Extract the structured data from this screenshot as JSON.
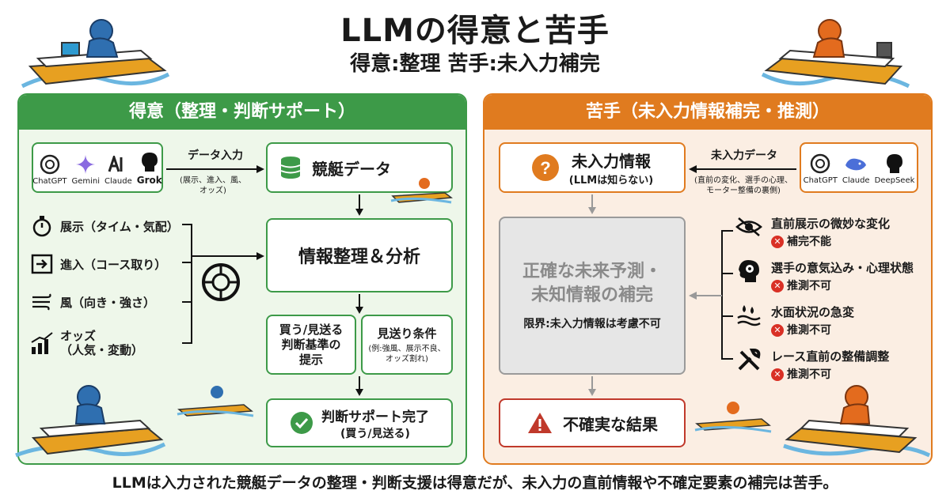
{
  "header": {
    "title": "LLMの得意と苦手",
    "subtitle": "得意:整理 苦手:未入力補完"
  },
  "left": {
    "heading": "得意（整理・判断サポート）",
    "brands": [
      "ChatGPT",
      "Gemini",
      "Claude",
      "Grok"
    ],
    "data_input_label": "データ入力",
    "data_input_note": "(展示、進入、風、\nオッズ)",
    "boat_data": "競艇データ",
    "factors": [
      {
        "icon": "stopwatch-icon",
        "label": "展示（タイム・気配）"
      },
      {
        "icon": "arrow-box-icon",
        "label": "進入（コース取り）"
      },
      {
        "icon": "wind-icon",
        "label": "風（向き・強さ）"
      },
      {
        "icon": "bar-chart-icon",
        "label": "オッズ\n（人気・変動）"
      }
    ],
    "analysis": "情報整理＆分析",
    "criteria": "買う/見送る\n判断基準の\n提示",
    "skip_title": "見送り条件",
    "skip_note": "(例:強風、展示不良、\nオッズ割れ)",
    "complete_title": "判断サポート完了",
    "complete_sub": "(買う/見送る)"
  },
  "right": {
    "heading": "苦手（未入力情報補完・推測）",
    "unknown_title": "未入力情報",
    "unknown_sub": "(LLMは知らない)",
    "missing_input_label": "未入力データ",
    "missing_input_note": "(直前の変化、選手の心理、\nモーター整備の裏側)",
    "brands": [
      "ChatGPT",
      "Claude",
      "DeepSeek"
    ],
    "prediction_title": "正確な未来予測・\n未知情報の補完",
    "prediction_limit": "限界:未入力情報は考慮不可",
    "risks": [
      {
        "icon": "eye-slash-icon",
        "title": "直前展示の微妙な変化",
        "status": "補完不能"
      },
      {
        "icon": "head-gear-icon",
        "title": "選手の意気込み・心理状態",
        "status": "推測不可"
      },
      {
        "icon": "water-icon",
        "title": "水面状況の急変",
        "status": "推測不可"
      },
      {
        "icon": "tools-icon",
        "title": "レース直前の整備調整",
        "status": "推測不可"
      }
    ],
    "uncertain": "不確実な結果"
  },
  "footer": "LLMは入力された競艇データの整理・判断支援は得意だが、未入力の直前情報や不確定要素の補完は苦手。",
  "colors": {
    "green": "#3d9a48",
    "orange": "#e07b1f",
    "red": "#c0392b",
    "gray": "#9a9a9a"
  }
}
